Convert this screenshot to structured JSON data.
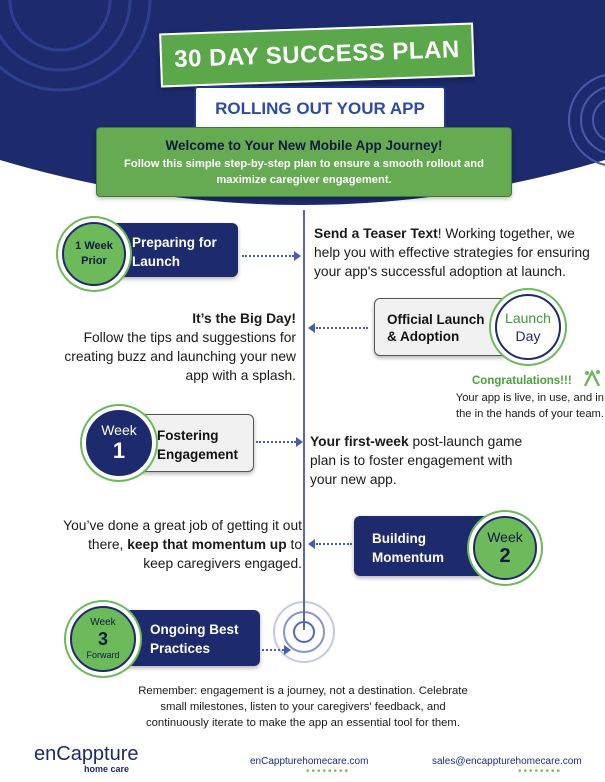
{
  "header": {
    "title": "30 DAY SUCCESS PLAN",
    "subtitle": "ROLLING OUT YOUR APP"
  },
  "welcome": {
    "title": "Welcome to Your New Mobile App Journey!",
    "text": "Follow this simple step-by-step plan to ensure a smooth rollout and maximize caregiver engagement."
  },
  "steps": {
    "prior": {
      "badge_line1": "1 Week",
      "badge_line2": "Prior",
      "label": "Preparing for Launch",
      "desc_bold": "Send a Teaser Text",
      "desc_rest": "! Working together, we help you with effective strategies for ensuring your app's successful adoption at launch."
    },
    "launch": {
      "badge_line1": "Launch",
      "badge_line2": "Day",
      "label": "Official Launch & Adoption",
      "desc_bold": "It’s the Big Day!",
      "desc_rest": "Follow the tips and suggestions for creating buzz and launching your new app with a splash.",
      "congrats": "Congratulations!!!",
      "congrats_text": "Your app is live, in use, and in the in the hands of your team."
    },
    "week1": {
      "badge_line1": "Week",
      "badge_line2": "1",
      "label": "Fostering Engagement",
      "desc_bold": "Your first-week",
      "desc_rest": " post-launch game plan is to foster engagement with your new app."
    },
    "week2": {
      "badge_line1": "Week",
      "badge_line2": "2",
      "label": "Building Momentum",
      "desc_pre": "You’ve done a great job of getting it out there, ",
      "desc_bold": "keep that momentum up",
      "desc_post": " to keep caregivers engaged."
    },
    "week3": {
      "badge_line1": "Week",
      "badge_line2": "3",
      "badge_line3": "Forward",
      "label": "Ongoing Best Practices"
    }
  },
  "closing": "Remember: engagement is a journey, not a destination. Celebrate small milestones, listen to your caregivers' feedback, and continuously iterate to make the app an essential tool for them.",
  "footer": {
    "logo_text": "enCappture",
    "logo_sub": "home care",
    "website": "enCappturehomecare.com",
    "email": "sales@encappturehomecare.com"
  },
  "colors": {
    "navy": "#1d2a6e",
    "green": "#5aa84a",
    "accent_blue": "#2e4aa8"
  }
}
